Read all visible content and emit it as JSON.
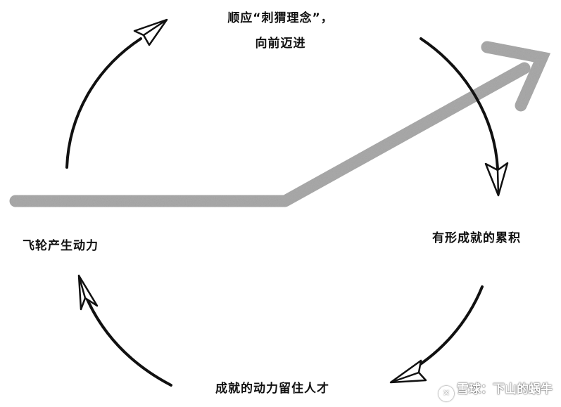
{
  "labels": {
    "top_line1": "顺应“刺猬理念”，",
    "top_line2": "向前迈进",
    "right": "有形成就的累积",
    "bottom": "成就的动力留住人才",
    "left": "飞轮产生动力"
  },
  "watermark": {
    "icon": "snowball-logo-icon",
    "text": "雪球：下山的蜗牛"
  },
  "colors": {
    "ink": "#111111",
    "gray_arrow": "#a8a8a8"
  }
}
